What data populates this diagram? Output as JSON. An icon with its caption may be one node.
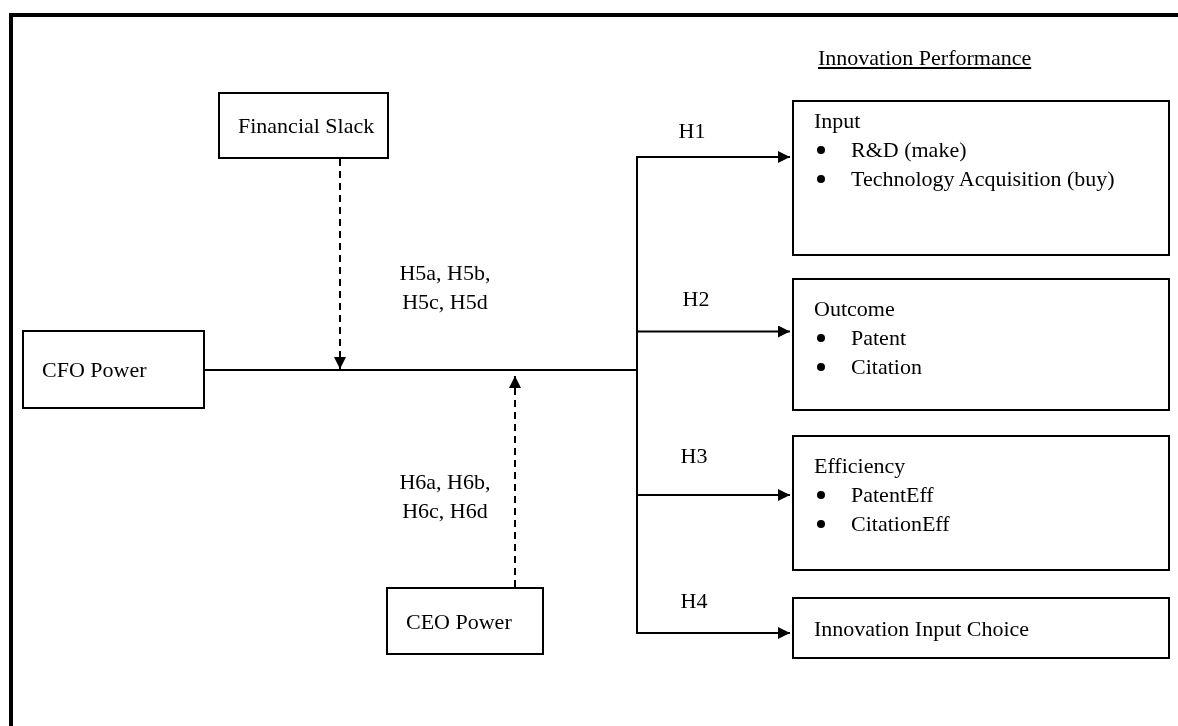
{
  "diagram": {
    "nodes": [
      {
        "text": [
          "CFO Power"
        ]
      },
      {
        "text": [
          "Financial Slack"
        ]
      },
      {
        "text": [
          "CEO Power"
        ]
      },
      {
        "text": [
          "Input",
          "R&D (make)",
          "Technology Acquisition (buy)"
        ]
      },
      {
        "text": [
          "Outcome",
          "Patent",
          "Citation"
        ]
      },
      {
        "text": [
          "Efficiency",
          "PatentEff",
          "CitationEff"
        ]
      },
      {
        "text": [
          "Innovation Input Choice"
        ]
      }
    ],
    "edges": [
      {
        "from": 0,
        "to": 3,
        "arrow": "to",
        "label": "H1"
      },
      {
        "from": 0,
        "to": 4,
        "arrow": "to",
        "label": "H2"
      },
      {
        "from": 0,
        "to": 5,
        "arrow": "to",
        "label": "H3"
      },
      {
        "from": 0,
        "to": 6,
        "arrow": "to",
        "label": "H4"
      },
      {
        "from": 1,
        "to": null,
        "arrow": "to",
        "style": "dashed",
        "label": "H5a, H5b, H5c, H5d"
      },
      {
        "from": 2,
        "to": null,
        "arrow": "to",
        "style": "dashed",
        "label": "H6a, H6b, H6c, H6d"
      }
    ],
    "labels": [
      "Innovation Performance"
    ]
  }
}
